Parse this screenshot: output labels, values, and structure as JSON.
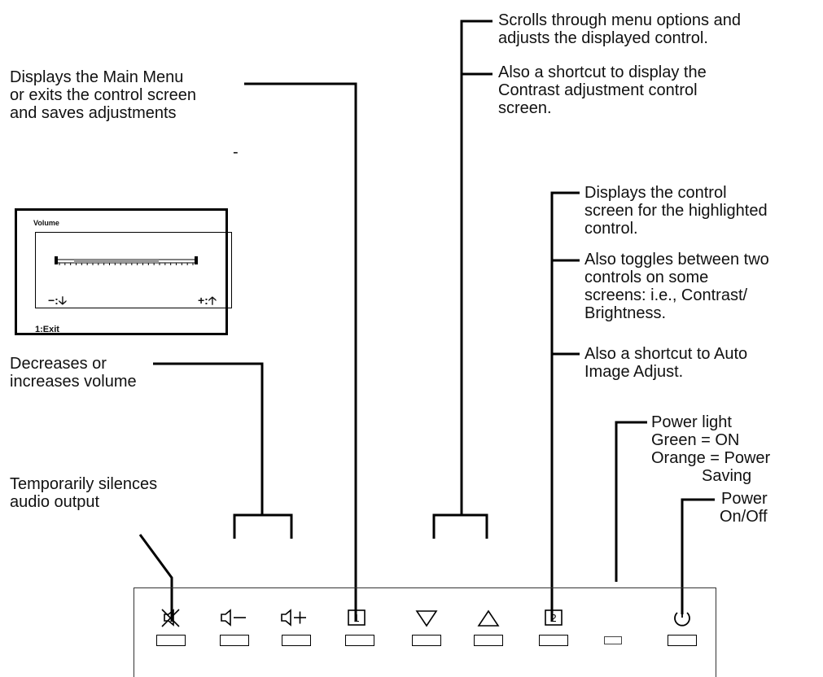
{
  "labels": {
    "main_menu": [
      "Displays the Main Menu",
      "or exits the control screen",
      "and saves adjustments"
    ],
    "scrolls": [
      "Scrolls through menu options and",
      "adjusts the displayed control."
    ],
    "contrast_shortcut": [
      "Also a shortcut to display the",
      "Contrast adjustment control",
      "screen."
    ],
    "control_screen": [
      "Displays the control",
      "screen for the highlighted",
      "control."
    ],
    "toggles": [
      "Also toggles between two",
      "controls on some",
      "screens: i.e., Contrast/",
      "Brightness."
    ],
    "auto_image": [
      "Also a shortcut to Auto",
      "Image Adjust."
    ],
    "volume": [
      "Decreases or",
      "increases volume"
    ],
    "mute": [
      "Temporarily silences",
      "audio output"
    ],
    "power_light": [
      "Power light",
      "Green = ON",
      "Orange = Power",
      "Saving"
    ],
    "power": [
      "Power",
      "On/Off"
    ],
    "stray_mark": "-"
  },
  "osd": {
    "title": "Volume",
    "minus": "−:",
    "plus": "+:",
    "footer": "1:Exit",
    "level": 0.5
  },
  "buttons": [
    {
      "name": "mute-button",
      "icon": "mute-icon"
    },
    {
      "name": "volume-down-button",
      "icon": "volume-down-icon"
    },
    {
      "name": "volume-up-button",
      "icon": "volume-up-icon"
    },
    {
      "name": "button-1",
      "icon": "button-1-icon",
      "glyph": "1"
    },
    {
      "name": "down-button",
      "icon": "triangle-down-icon"
    },
    {
      "name": "up-button",
      "icon": "triangle-up-icon"
    },
    {
      "name": "button-2",
      "icon": "button-2-icon",
      "glyph": "2"
    },
    {
      "name": "power-led",
      "icon": "power-light-icon"
    },
    {
      "name": "power-button",
      "icon": "power-icon"
    }
  ]
}
